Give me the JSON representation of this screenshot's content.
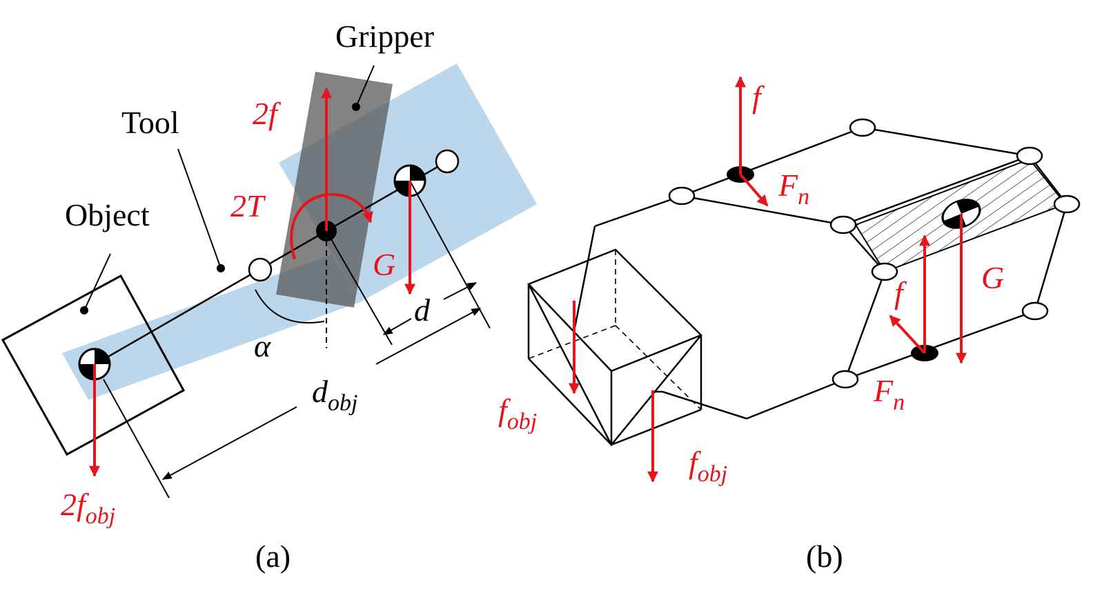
{
  "colors": {
    "force": "#e8141b",
    "tool": "#bcd6ec",
    "gripper": "#6f6f6f",
    "line": "#000000"
  },
  "panel_a": {
    "caption": "(a)",
    "label_gripper": "Gripper",
    "label_tool": "Tool",
    "label_object": "Object",
    "force_2f_main": "2f",
    "torque_main": "2T",
    "weight_G": "G",
    "dim_d": "d",
    "angle_alpha": "α",
    "dim_dobj_main": "d",
    "dim_dobj_sub": "obj",
    "force_2fobj_main": "2f",
    "force_2fobj_sub": "obj"
  },
  "panel_b": {
    "caption": "(b)",
    "force_f_top": "f",
    "force_Fn_top_main": "F",
    "force_Fn_top_sub": "n",
    "force_f_right": "f",
    "weight_G": "G",
    "force_Fn_bottom_main": "F",
    "force_Fn_bottom_sub": "n",
    "force_fobj_left_main": "f",
    "force_fobj_left_sub": "obj",
    "force_fobj_bottom_main": "f",
    "force_fobj_bottom_sub": "obj"
  }
}
